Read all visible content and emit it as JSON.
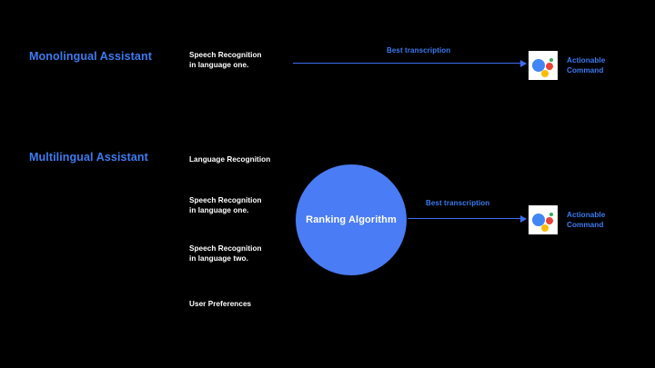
{
  "diagram": {
    "background_color": "#000000",
    "accent_blue": "#3d7bf0",
    "circle_blue": "#4a7cf5",
    "rows": [
      {
        "title": "Monolingual Assistant",
        "inputs": [
          {
            "text": "Speech Recognition\nin language one."
          }
        ],
        "arrow_label": "Best transcription",
        "output": {
          "icon": "google-assistant-logo",
          "caption": "Actionable\nCommand"
        }
      },
      {
        "title": "Multilingual Assistant",
        "inputs": [
          {
            "text": "Language Recognition"
          },
          {
            "text": "Speech Recognition\nin language one."
          },
          {
            "text": "Speech Recognition\nin language two."
          },
          {
            "text": "User Preferences"
          }
        ],
        "node": {
          "label": "Ranking Algorithm"
        },
        "arrow_label": "Best transcription",
        "output": {
          "icon": "google-assistant-logo",
          "caption": "Actionable\nCommand"
        }
      }
    ]
  }
}
